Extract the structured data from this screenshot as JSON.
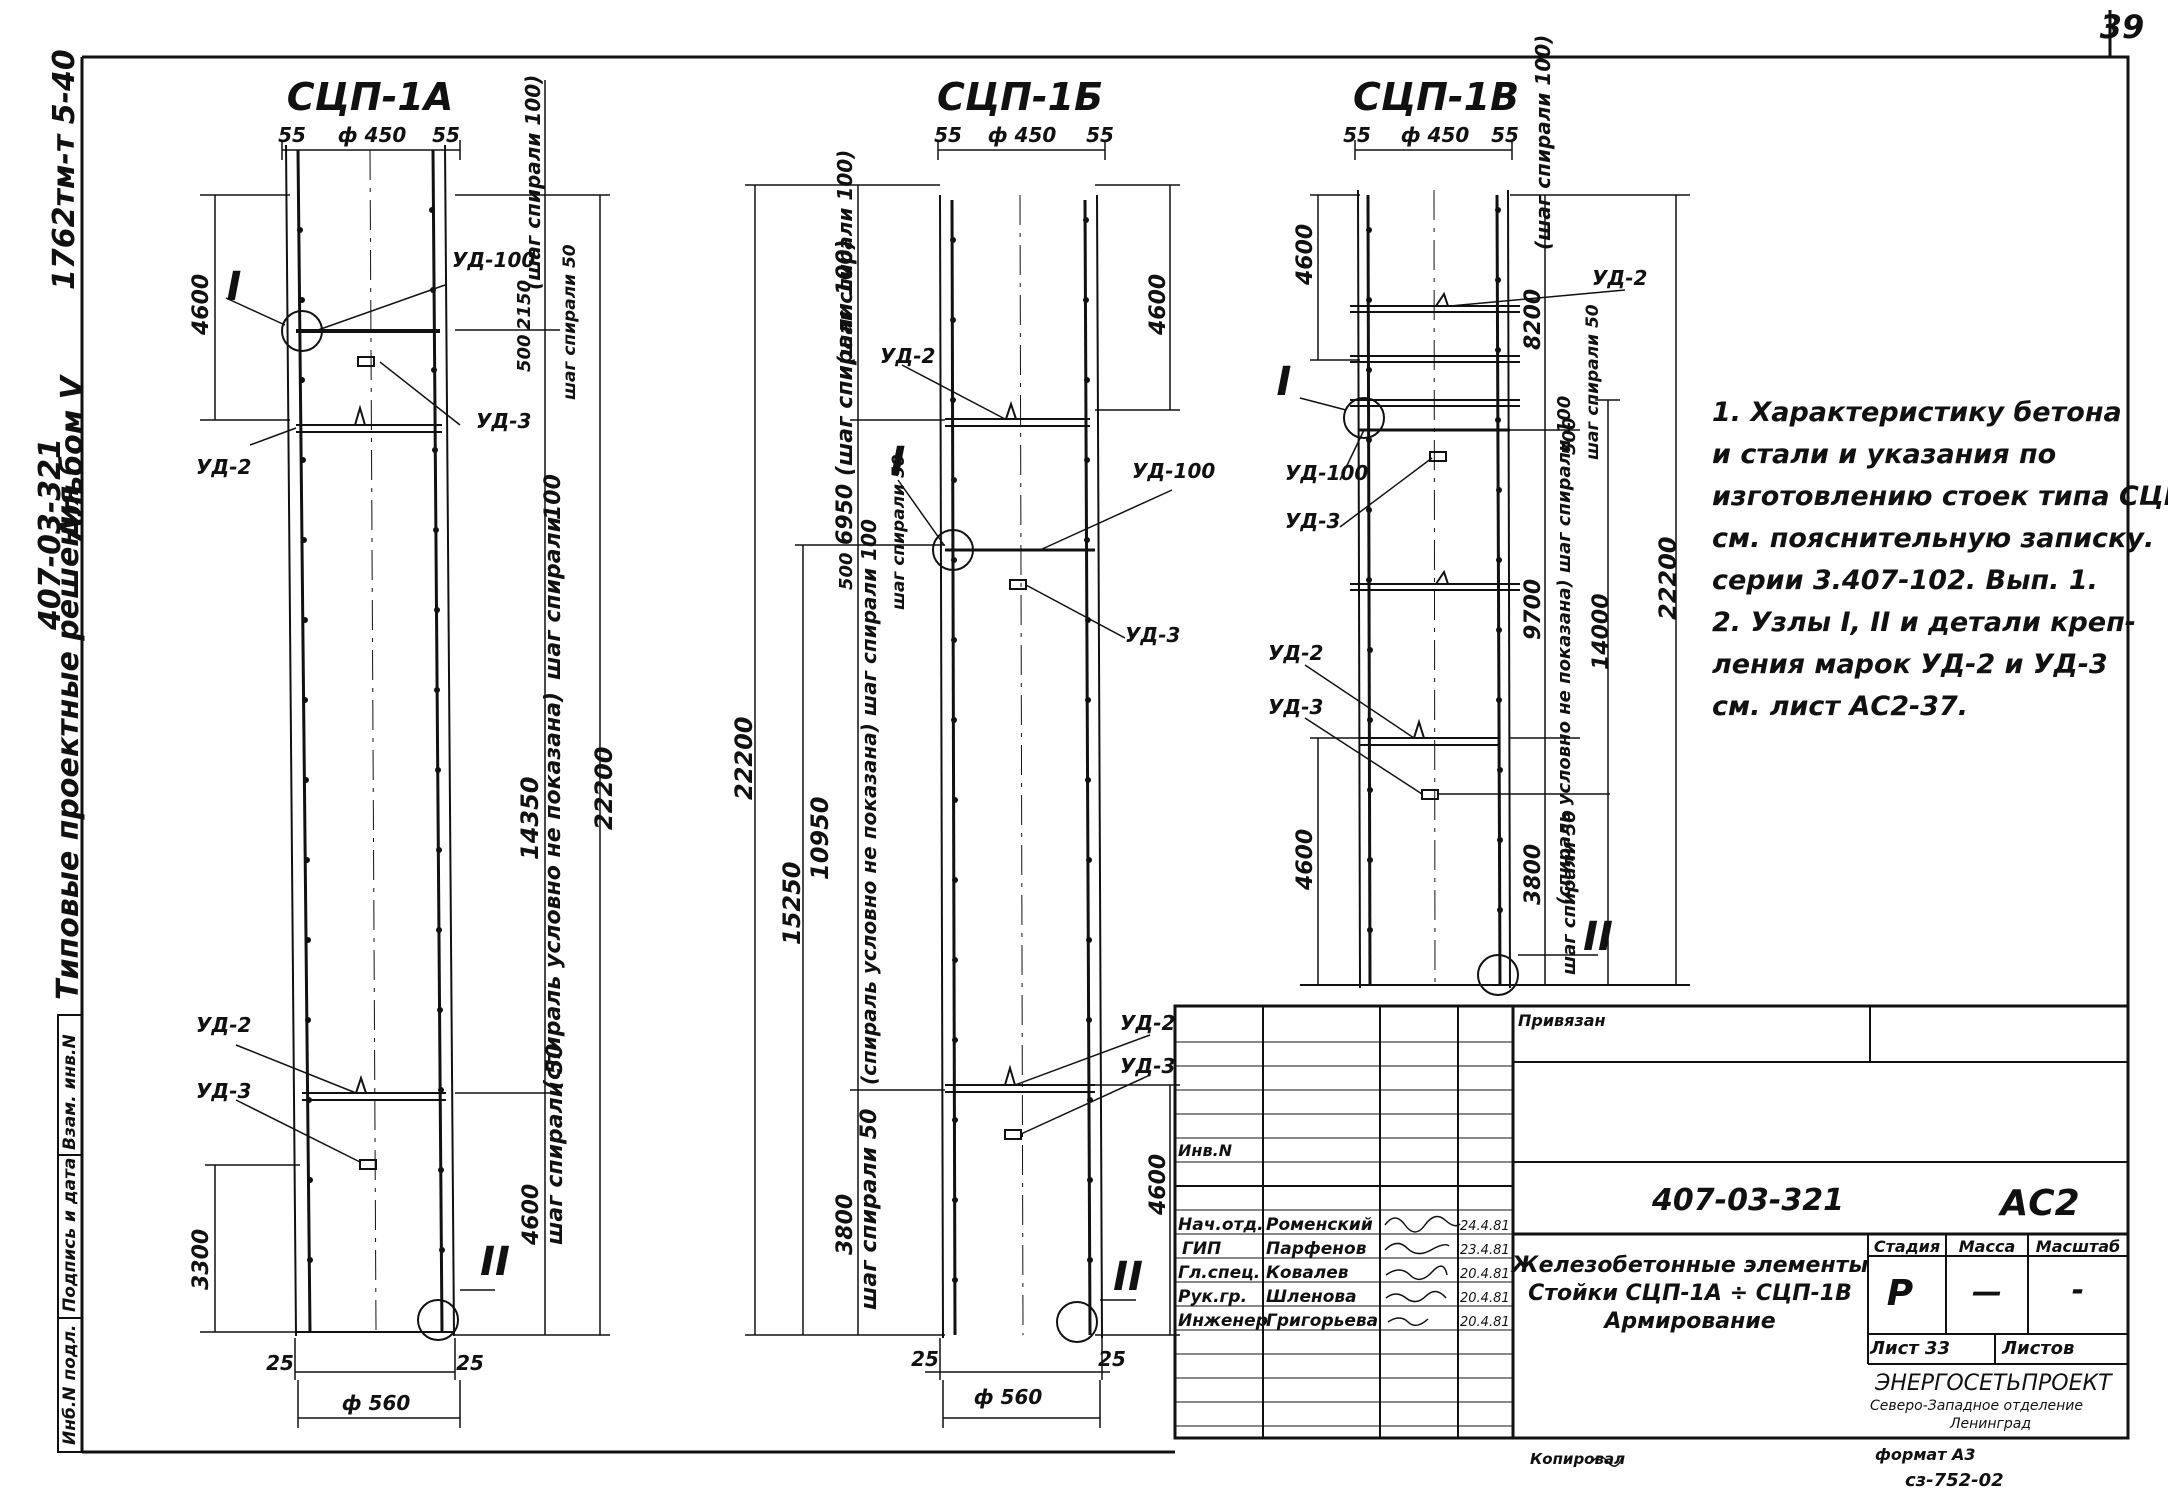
{
  "sheet": {
    "page_number": "39",
    "side_code_1": "1762тм-т 5-40",
    "side_code_2": "407-03-321",
    "side_code_3": "Альбом V",
    "side_title": "Типовые проектные решения",
    "stamp_cells": [
      "Инб.N подл.",
      "Подпись и дата",
      "Взам. инв.N"
    ]
  },
  "drawings": {
    "a": {
      "title": "СЦП-1А",
      "dim_top_55_left": "55",
      "dim_top_d450": "ф 450",
      "dim_top_55_right": "55",
      "dim_4600_top": "4600",
      "dim_14350": "14350",
      "dim_3300": "3300",
      "dim_22200": "22200",
      "dim_500": "500",
      "dim_2150": "2150",
      "dim_4600_bot": "4600",
      "dim_25_left": "25",
      "dim_25_right": "25",
      "dim_d560": "ф 560",
      "spiral_top": "(шаг спирали 100)",
      "spiral_50_label": "шаг спирали 50",
      "spiral_mid_1": "(спираль условно не показана)",
      "spiral_mid_2": "шаг спирали",
      "spiral_mid_3": "100",
      "spiral_bot_1": "4600",
      "spiral_bot_2": "шаг спирали 50",
      "node_1": "I",
      "node_2": "II",
      "ud100": "УД-100",
      "ud3_top": "УД-3",
      "ud2_top": "УД-2",
      "ud2_bot": "УД-2",
      "ud3_bot": "УД-3"
    },
    "b": {
      "title": "СЦП-1Б",
      "dim_top_55_left": "55",
      "dim_top_d450": "ф 450",
      "dim_top_55_right": "55",
      "dim_22200": "22200",
      "dim_15250": "15250",
      "dim_10950": "10950",
      "dim_3800": "3800",
      "dim_500": "500",
      "dim_4600_top": "4600",
      "dim_4600_bot": "4600",
      "dim_25_left": "25",
      "dim_25_right": "25",
      "dim_d560": "ф 560",
      "spiral_top": "(шаг спирали 100)",
      "spiral_6950": "6950 (шаг спирали 100)",
      "spiral_50_label": "шаг спирали 50",
      "spiral_mid": "(спираль условно не показана) шаг спирали 100",
      "spiral_bot": "шаг спирали 50",
      "node_1": "I",
      "node_2": "II",
      "ud2_top": "УД-2",
      "ud100": "УД-100",
      "ud3_top": "УД-3",
      "ud2_bot": "УД-2",
      "ud3_bot": "УД-3"
    },
    "c": {
      "title": "СЦП-1В",
      "dim_top_55_left": "55",
      "dim_top_d450": "ф 450",
      "dim_top_55_right": "55",
      "dim_4600_top": "4600",
      "dim_8200": "8200",
      "dim_500": "500",
      "dim_9700": "9700",
      "dim_14000": "14000",
      "dim_22200": "22200",
      "dim_3800": "3800",
      "dim_4600_bot": "4600",
      "spiral_top": "(шаг спирали 100)",
      "spiral_50_label": "шаг спирали 50",
      "spiral_mid": "(спираль условно не показана) шаг спирали 100",
      "spiral_bot": "шаг спирали 50",
      "node_1": "I",
      "node_2": "II",
      "ud2_top": "УД-2",
      "ud100": "УД-100",
      "ud3_top": "УД-3",
      "ud2_bot": "УД-2",
      "ud3_bot": "УД-3"
    }
  },
  "notes": [
    "1. Характеристику бетона",
    "и стали и указания по",
    "изготовлению стоек типа СЦП",
    "см. пояснительную записку.",
    "серии 3.407-102. Вып. 1.",
    "2. Узлы I, II и детали креп-",
    "ления марок УД-2 и УД-3",
    "см. лист АС2-37."
  ],
  "title_block": {
    "privyazan": "Привязан",
    "inv_n": "Инв.N",
    "doc_code": "407-03-321",
    "sheet_code": "АС2",
    "roles": [
      "Нач.отд.",
      "ГИП",
      "Гл.спец.",
      "Рук.гр.",
      "Инженер"
    ],
    "names": [
      "Роменский",
      "Парфенов",
      "Ковалев",
      "Шленова",
      "Григорьева"
    ],
    "dates": [
      "24.4.81",
      "23.4.81",
      "20.4.81",
      "20.4.81",
      "20.4.81"
    ],
    "title_line_1": "Железобетонные элементы",
    "title_line_2": "Стойки СЦП-1А ÷ СЦП-1В",
    "title_line_3": "Армирование",
    "stage_label": "Стадия",
    "mass_label": "Масса",
    "scale_label": "Масштаб",
    "stage_value": "Р",
    "mass_value": "—",
    "scale_value": "-",
    "sheet_label": "Лист 33",
    "sheets_label": "Листов",
    "org_name": "ЭНЕРГОСЕТЬПРОЕКТ",
    "org_branch_1": "Северо-Западное отделение",
    "org_branch_2": "Ленинград",
    "copied": "Копировал",
    "format": "формат А3",
    "order_no": "сз-752-02"
  }
}
